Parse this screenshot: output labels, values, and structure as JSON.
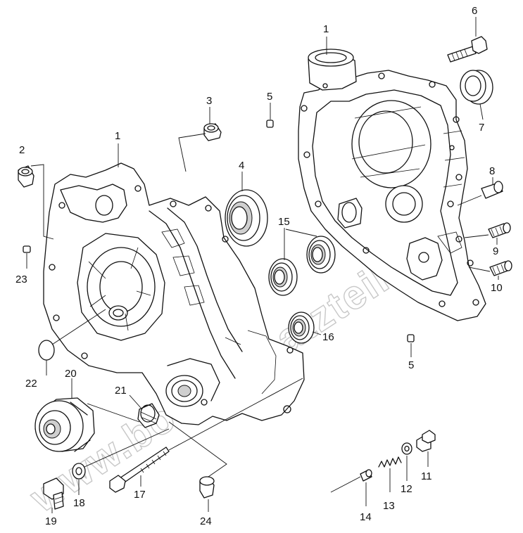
{
  "watermark": "www.boatsersatzteile.de",
  "callouts": [
    {
      "id": "c1a",
      "text": "1"
    },
    {
      "id": "c1b",
      "text": "1"
    },
    {
      "id": "c2",
      "text": "2"
    },
    {
      "id": "c3",
      "text": "3"
    },
    {
      "id": "c4",
      "text": "4"
    },
    {
      "id": "c5a",
      "text": "5"
    },
    {
      "id": "c5b",
      "text": "5"
    },
    {
      "id": "c6",
      "text": "6"
    },
    {
      "id": "c7",
      "text": "7"
    },
    {
      "id": "c8",
      "text": "8"
    },
    {
      "id": "c9",
      "text": "9"
    },
    {
      "id": "c10",
      "text": "10"
    },
    {
      "id": "c11",
      "text": "11"
    },
    {
      "id": "c12",
      "text": "12"
    },
    {
      "id": "c13",
      "text": "13"
    },
    {
      "id": "c14",
      "text": "14"
    },
    {
      "id": "c15",
      "text": "15"
    },
    {
      "id": "c16",
      "text": "16"
    },
    {
      "id": "c17",
      "text": "17"
    },
    {
      "id": "c18",
      "text": "18"
    },
    {
      "id": "c19",
      "text": "19"
    },
    {
      "id": "c20",
      "text": "20"
    },
    {
      "id": "c21",
      "text": "21"
    },
    {
      "id": "c22",
      "text": "22"
    },
    {
      "id": "c23",
      "text": "23"
    },
    {
      "id": "c24",
      "text": "24"
    }
  ]
}
